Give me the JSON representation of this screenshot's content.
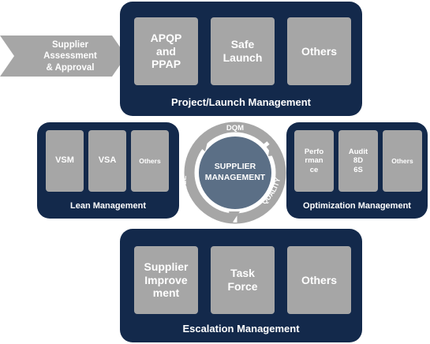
{
  "arrow": {
    "label": "Supplier\nAssessment\n& Approval"
  },
  "top": {
    "title": "Project/Launch Management",
    "boxes": [
      "APQP\nand\nPPAP",
      "Safe\nLaunch",
      "Others"
    ]
  },
  "lean": {
    "title": "Lean Management",
    "boxes": [
      "VSM",
      "VSA",
      "Others"
    ]
  },
  "optimization": {
    "title": "Optimization Management",
    "boxes": [
      "Perfo\nrman\nce",
      "Audit\n8D\n6S",
      "Others"
    ]
  },
  "escalation": {
    "title": "Escalation Management",
    "boxes": [
      "Supplier\nImprove\nment",
      "Task\nForce",
      "Others"
    ]
  },
  "center": {
    "label": "SUPPLIER\nMANAGEMENT",
    "ring_top": "DQM",
    "ring_left": "CYCLE",
    "ring_right": "QUALITY"
  },
  "colors": {
    "panel": "#13294b",
    "box": "#a6a6a6",
    "ring": "#a6a6a6",
    "center_circle": "#5b6f86"
  }
}
